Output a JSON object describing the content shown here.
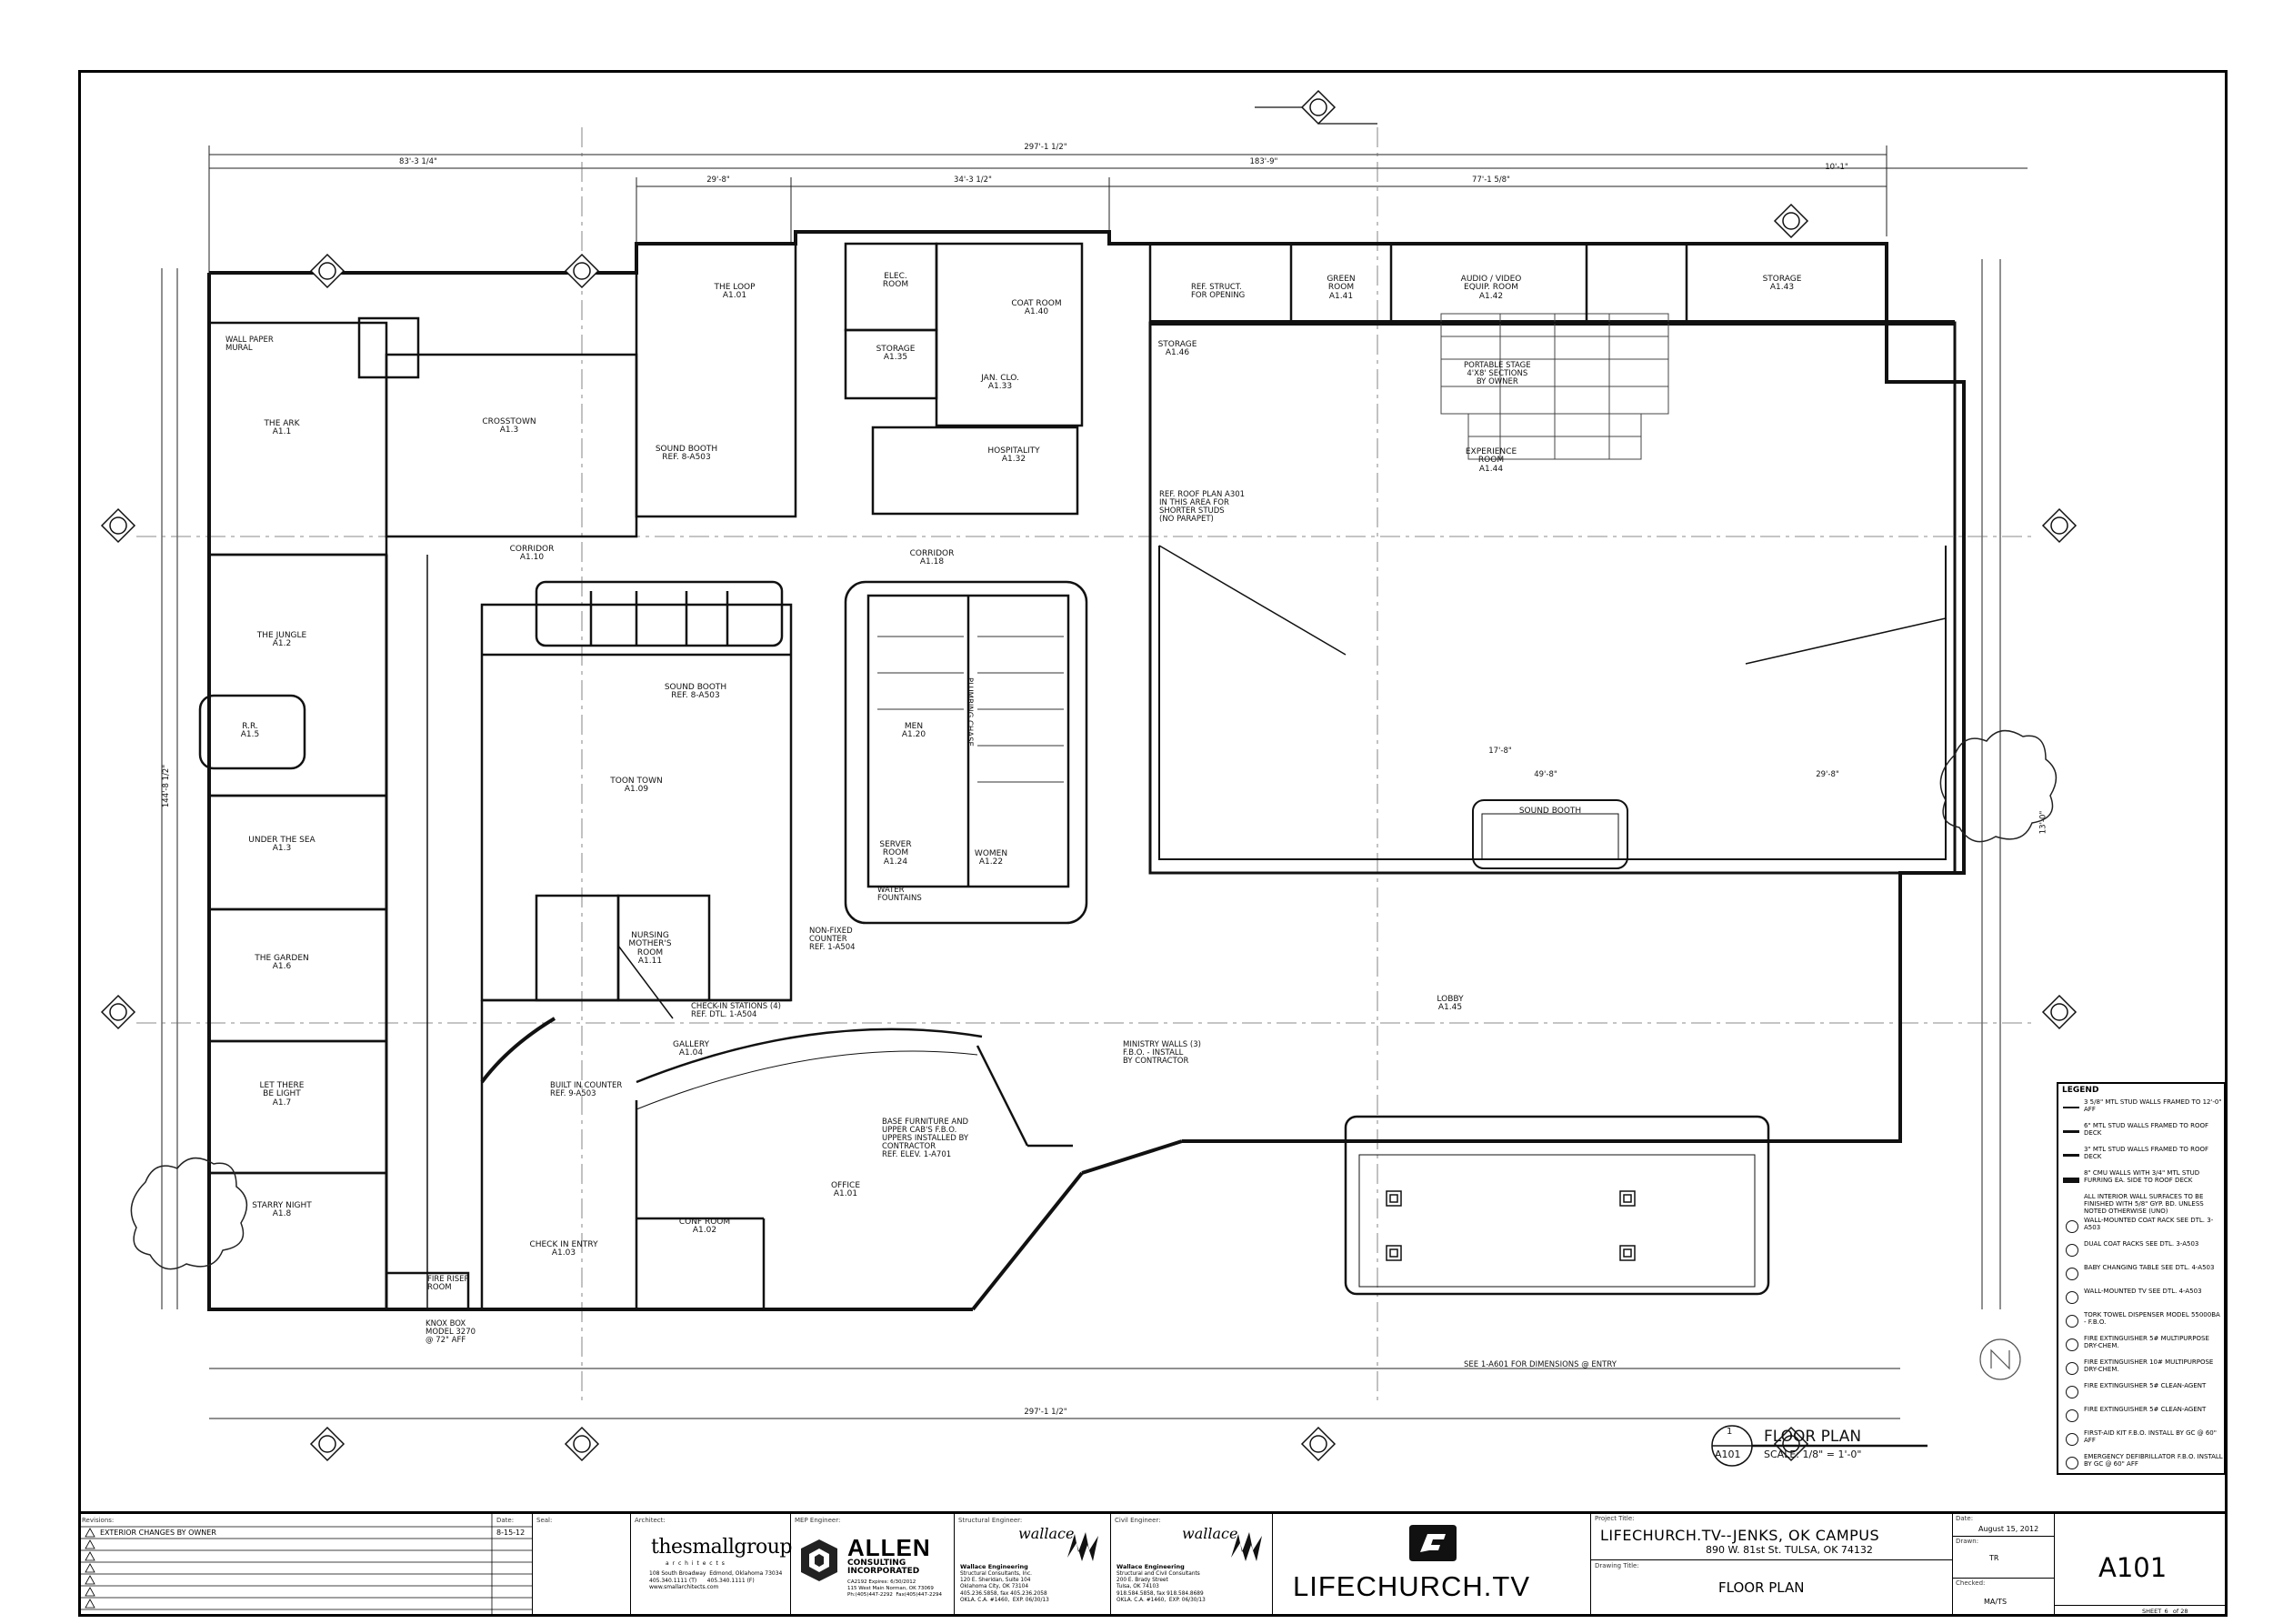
{
  "rooms": {
    "the_ark": "THE ARK\nA1.1",
    "crosstown": "CROSSTOWN\nA1.3",
    "the_loop": "THE LOOP\nA1.01",
    "coat_room": "COAT ROOM\nA1.40",
    "elec_room": "ELEC.\nROOM",
    "storage_a": "STORAGE\nA1.35",
    "jan_clo": "JAN. CLO.\nA1.33",
    "hospitality": "HOSPITALITY\nA1.32",
    "the_jungle": "THE JUNGLE\nA1.2",
    "rr_left": "R.R.\nA1.5",
    "under_the_sea": "UNDER THE SEA\nA1.3",
    "the_garden": "THE GARDEN\nA1.6",
    "let_there_be_light": "LET THERE\nBE LIGHT\nA1.7",
    "starry_night": "STARRY NIGHT\nA1.8",
    "toon_town": "TOON TOWN\nA1.09",
    "gallery": "GALLERY\nA1.04",
    "office": "OFFICE\nA1.01",
    "conf_room": "CONF ROOM\nA1.02",
    "check_in_entry": "CHECK IN ENTRY\nA1.03",
    "nursing": "NURSING\nMOTHER'S\nROOM\nA1.11",
    "men": "MEN\nA1.20",
    "women": "WOMEN\nA1.22",
    "server_room": "SERVER\nROOM\nA1.24",
    "experience_room": "EXPERIENCE\nROOM\nA1.44",
    "green_room": "GREEN\nROOM\nA1.41",
    "audio_video": "AUDIO / VIDEO\nEQUIP. ROOM\nA1.42",
    "storage_b": "STORAGE\nA1.43",
    "storage_c": "STORAGE\nA1.46",
    "lobby": "LOBBY\nA1.45",
    "corridor_1": "CORRIDOR\nA1.10",
    "corridor_2": "CORRIDOR\nA1.18",
    "sound_booth_1": "SOUND BOOTH\nREF. 8-A503",
    "sound_booth_2": "SOUND BOOTH\nREF. 8-A503",
    "sound_booth_3": "SOUND BOOTH"
  },
  "notes": {
    "wall_paper_mural": "WALL PAPER\nMURAL",
    "portable_stage": "PORTABLE STAGE\n4'x8' SECTIONS\nBY OWNER",
    "ref_roof_plan": "REF. ROOF PLAN A301\nIN THIS AREA FOR\nSHORTER STUDS\n(NO PARAPET)",
    "ref_struct": "REF. STRUCT.\nFOR OPENING",
    "ministry_walls": "MINISTRY WALLS (3)\nF.B.O. - INSTALL\nBY CONTRACTOR",
    "base_furniture": "BASE FURNITURE AND\nUPPER CAB'S F.B.O.\nUPPERS INSTALLED BY\nCONTRACTOR\nREF. ELEV. 1-A701",
    "built_in_counter": "BUILT IN COUNTER\nREF. 9-A503",
    "check_in_stations": "CHECK-IN STATIONS (4)\nREF. DTL. 1-A504",
    "non_fixed_counter": "NON-FIXED\nCOUNTER\nREF. 1-A504",
    "knox_box": "KNOX BOX\nMODEL 3270\n@ 72\" AFF",
    "see_1a601": "SEE 1-A601 FOR DIMENSIONS @ ENTRY",
    "water_fountains": "WATER\nFOUNTAINS",
    "fire_riser": "FIRE RISER\nROOM",
    "plumbing_chase": "PLUMBING CHASE"
  },
  "dims": {
    "overall_top": "297'-1 1/2\"",
    "top_left": "83'-3 1/4\"",
    "top_right": "183'-9\"",
    "top_seg1": "29'-8\"",
    "top_seg2": "34'-3 1/2\"",
    "top_seg3": "77'-1 5/8\"",
    "top_seg4": "10'-1\"",
    "mid_1": "49'-8\"",
    "mid_2": "17'-8\"",
    "mid_3": "29'-8\"",
    "left_total": "144'-8 1/2\"",
    "overall_bottom": "297'-1 1/2\"",
    "exp_room": "13'-0\""
  },
  "plan_title": {
    "number": "1",
    "sheet_ref": "A101",
    "title": "FLOOR PLAN",
    "scale": "SCALE: 1/8\" = 1'-0\""
  },
  "legend": {
    "title": "LEGEND",
    "items": [
      "3 5/8\" MTL STUD WALLS FRAMED TO 12'-0\" AFF",
      "6\" MTL STUD WALLS FRAMED TO ROOF DECK",
      "3\" MTL STUD WALLS FRAMED TO ROOF DECK",
      "8\" CMU WALLS WITH 3/4\" MTL STUD FURRING EA. SIDE TO ROOF DECK",
      "ALL INTERIOR WALL SURFACES TO BE FINISHED WITH 5/8\" GYP. BD. UNLESS NOTED OTHERWISE (UNO)",
      "WALL-MOUNTED COAT RACK SEE DTL. 3-A503",
      "DUAL COAT RACKS SEE DTL. 3-A503",
      "BABY CHANGING TABLE SEE DTL. 4-A503",
      "WALL-MOUNTED TV SEE DTL. 4-A503",
      "TORK TOWEL DISPENSER MODEL 55000BA - F.B.O.",
      "FIRE EXTINGUISHER 5# MULTIPURPOSE DRY-CHEM.",
      "FIRE EXTINGUISHER 10# MULTIPURPOSE DRY-CHEM.",
      "FIRE EXTINGUISHER 5# CLEAN-AGENT",
      "FIRE EXTINGUISHER 5# CLEAN-AGENT",
      "FIRST-AID KIT F.B.O. INSTALL BY GC @ 60\" AFF",
      "EMERGENCY DEFIBRILLATOR F.B.O. INSTALL BY GC @ 60\" AFF"
    ]
  },
  "title_block": {
    "revisions_label": "Revisions:",
    "date_label": "Date:",
    "revision_1": "EXTERIOR CHANGES BY OWNER",
    "revision_1_date": "8-15-12",
    "seal_label": "Seal:",
    "architect_label": "Architect:",
    "architect_name": "thesmallgroup",
    "architect_sub": "a r c h i t e c t s",
    "architect_addr": "108 South Broadway  Edmond, Oklahoma 73034\n405.340.1111 (T)      405.340.1111 (F)\nwww.smallarchitects.com",
    "mep_label": "MEP Engineer:",
    "mep_name": "ALLEN",
    "mep_sub": "CONSULTING\nINCORPORATED",
    "mep_addr": "CA2192 Expires: 6/30/2012\n115 West Main Norman, OK 73069\nPh:(405)447-2292  Fax(405)447-2294",
    "struct_label": "Structural Engineer:",
    "struct_logo": "wallace",
    "struct_name": "Wallace Engineering",
    "struct_addr": "Structural Consultants, Inc.\n120 E. Sheridan, Suite 104\nOklahoma City, OK 73104\n405.236.5858, fax 405.236.2058\nOKLA. C.A. #1460,  EXP. 06/30/13",
    "civil_label": "Civil Engineer:",
    "civil_logo": "wallace",
    "civil_name": "Wallace Engineering",
    "civil_addr": "Structural and Civil Consultants\n200 E. Brady Street\nTulsa, OK 74103\n918.584.5858, fax 918.584.8689\nOKLA. C.A. #1460,  EXP. 06/30/13",
    "client_name": "LIFECHURCH.TV",
    "project_label": "Project Title:",
    "project_title": "LIFECHURCH.TV--JENKS, OK CAMPUS",
    "project_addr": "890 W. 81st St.   TULSA, OK 74132",
    "drawing_label": "Drawing Title:",
    "drawing_title": "FLOOR PLAN",
    "date_field_label": "Date:",
    "date_value": "August 15, 2012",
    "drawn_label": "Drawn:",
    "drawn_value": "TR",
    "checked_label": "Checked:",
    "checked_value": "MA/TS",
    "sheet_number": "A101",
    "sheet_of": "SHEET_6_ of 28"
  }
}
